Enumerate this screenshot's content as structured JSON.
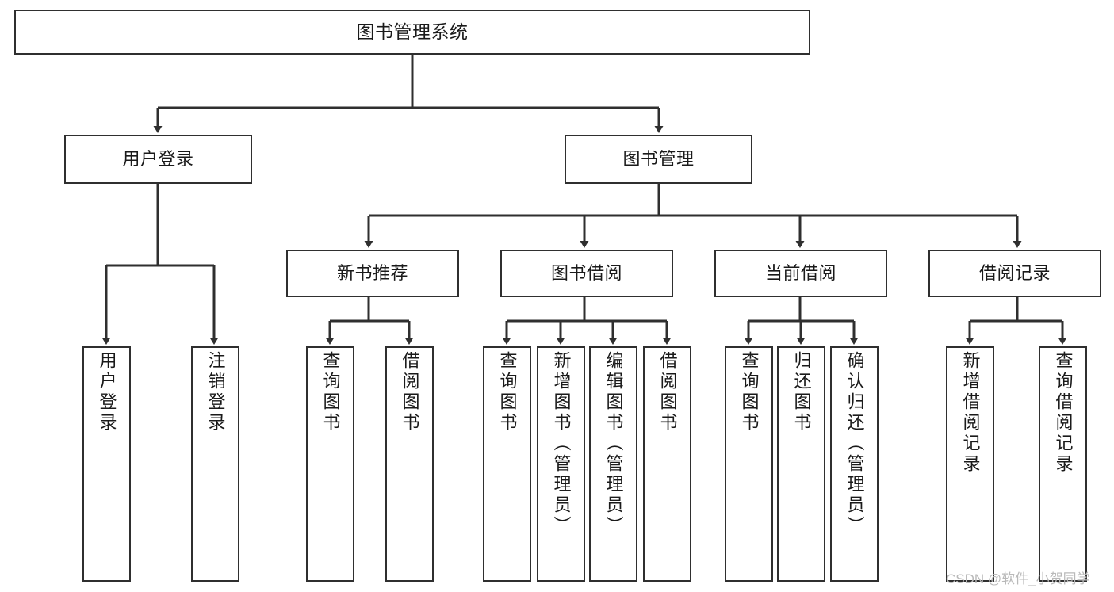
{
  "diagram": {
    "title": "图书管理系统",
    "type": "tree-hierarchy-diagram",
    "colors": {
      "node_border": "#2f2f2f",
      "node_fill": "#ffffff",
      "edge": "#2f2f2f",
      "text": "#1a1a1a",
      "background": "#ffffff",
      "watermark": "#b9b9b9"
    },
    "nodes": {
      "root": {
        "label": "图书管理系统"
      },
      "level2": [
        {
          "label": "用户登录"
        },
        {
          "label": "图书管理"
        }
      ],
      "level3": [
        {
          "label": "新书推荐"
        },
        {
          "label": "图书借阅"
        },
        {
          "label": "当前借阅"
        },
        {
          "label": "借阅记录"
        }
      ],
      "leaves_user_login": [
        {
          "label": "用户登录"
        },
        {
          "label": "注销登录"
        }
      ],
      "leaves_new_book": [
        {
          "label": "查询图书"
        },
        {
          "label": "借阅图书"
        }
      ],
      "leaves_borrow": [
        {
          "label": "查询图书"
        },
        {
          "label": "新增图书（管理员）"
        },
        {
          "label": "编辑图书（管理员）"
        },
        {
          "label": "借阅图书"
        }
      ],
      "leaves_current": [
        {
          "label": "查询图书"
        },
        {
          "label": "归还图书"
        },
        {
          "label": "确认归还（管理员）"
        }
      ],
      "leaves_record": [
        {
          "label": "新增借阅记录"
        },
        {
          "label": "查询借阅记录"
        }
      ]
    },
    "watermark": "CSDN @软件_小贺同学"
  }
}
